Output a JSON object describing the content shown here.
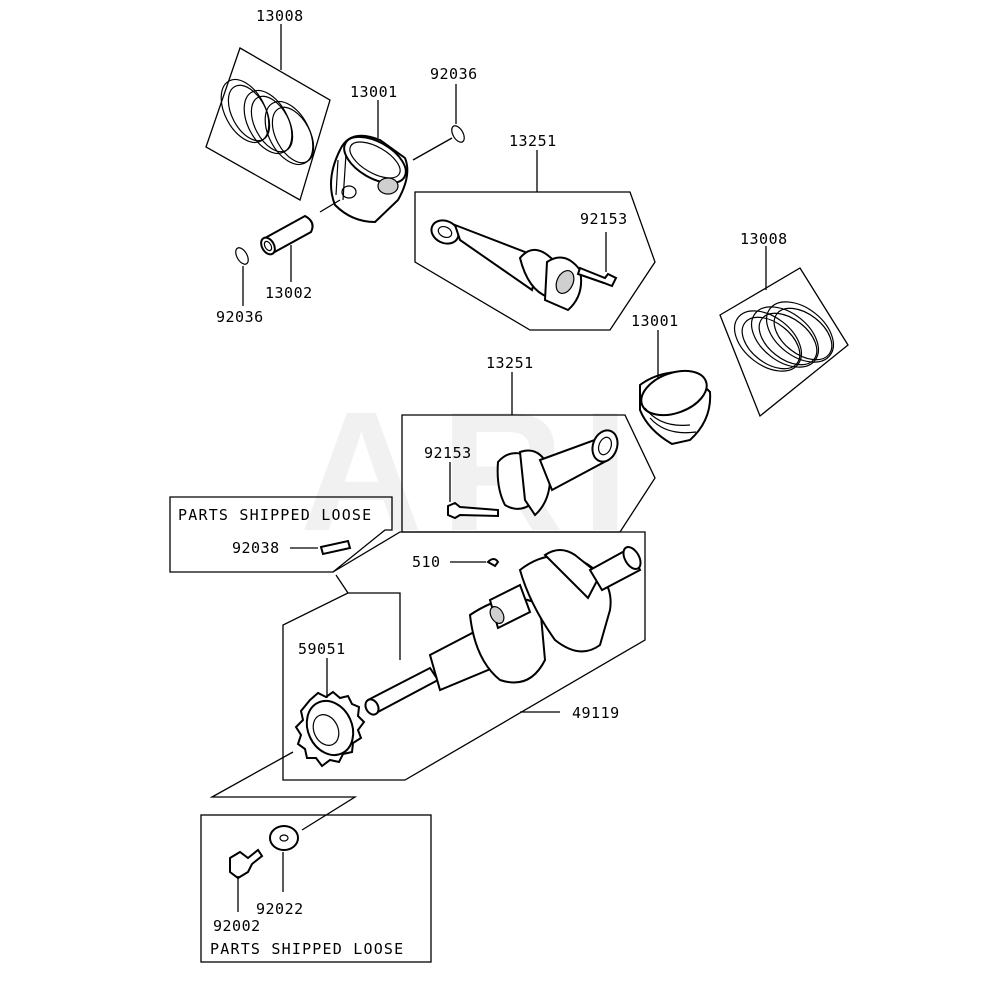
{
  "watermark": "ARI",
  "parts": {
    "rings_top": "13008",
    "piston_top": "13001",
    "circlip_top_right": "92036",
    "conrod_top": "13251",
    "bolt_top": "92153",
    "pin": "13002",
    "circlip_left": "92036",
    "rings_right": "13008",
    "piston_right": "13001",
    "conrod_mid": "13251",
    "bolt_mid": "92153",
    "key_loose": "92038",
    "woodruff_key": "510",
    "gear": "59051",
    "crankshaft": "49119",
    "bolt_bottom": "92002",
    "washer_bottom": "92022"
  },
  "boxes": {
    "loose_top_title": "PARTS SHIPPED LOOSE",
    "loose_bottom_title": "PARTS SHIPPED LOOSE"
  }
}
